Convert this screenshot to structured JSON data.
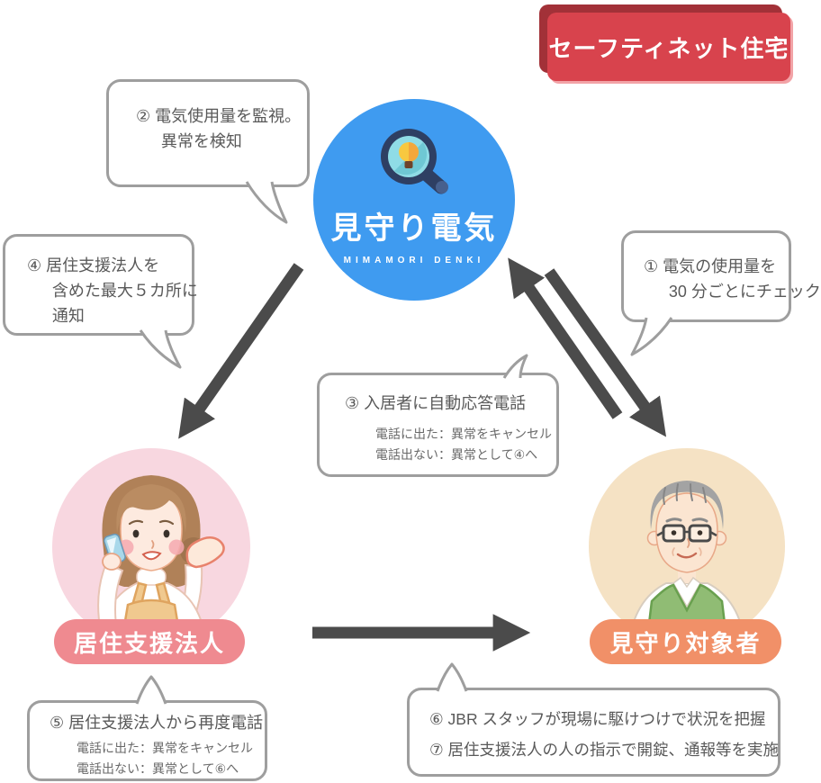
{
  "safety_badge": {
    "label": "セーフティネット住宅"
  },
  "logo": {
    "title": "見守り電気",
    "subtitle": "MIMAMORI DENKI"
  },
  "bubbles": {
    "step2": {
      "lines": [
        "② 電気使用量を監視。",
        "異常を検知"
      ]
    },
    "step4": {
      "lines": [
        "④ 居住支援法人を",
        "含めた最大５カ所に",
        "通知"
      ]
    },
    "step1": {
      "lines": [
        "① 電気の使用量を",
        "30 分ごとにチェック"
      ]
    },
    "step3": {
      "title": "③ 入居者に自動応答電話",
      "sub": [
        "電話に出た：異常をキャンセル",
        "電話出ない：異常として④へ"
      ]
    },
    "step5": {
      "title": "⑤ 居住支援法人から再度電話",
      "sub": [
        "電話に出た：異常をキャンセル",
        "電話出ない：異常として⑥へ"
      ]
    },
    "step67": {
      "lines": [
        "⑥ JBR スタッフが現場に駆けつけで状況を把握",
        "⑦ 居住支援法人の人の指示で開錠、通報等を実施"
      ]
    }
  },
  "actors": {
    "support_org": {
      "label": "居住支援法人"
    },
    "watched_person": {
      "label": "見守り対象者"
    }
  },
  "icons": {
    "logo": "magnifier-lightbulb-icon"
  },
  "colors": {
    "badge_red": "#d8434d",
    "badge_red_shadow": "#a23138",
    "badge_red_edge": "#f2a3a7",
    "logo_blue": "#3f9bf0",
    "pink_badge": "#ef8a90",
    "pink_circle": "#f8d7e0",
    "orange_badge": "#f19068",
    "tan_circle": "#f5e2c4",
    "arrow": "#4b4b4b",
    "bubble_border": "#9e9e9e",
    "bubble_text": "#595959"
  }
}
